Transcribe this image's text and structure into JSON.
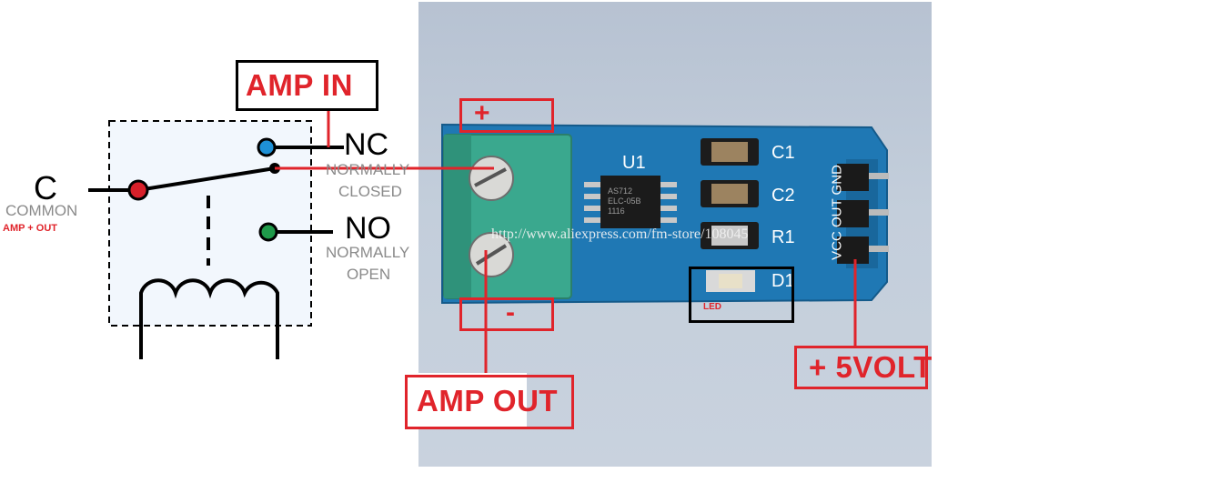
{
  "relay": {
    "c_label": "C",
    "common_label": "COMMON",
    "amp_out_small": "AMP + OUT",
    "nc_label": "NC",
    "normally_closed_1": "NORMALLY",
    "normally_closed_2": "CLOSED",
    "no_label": "NO",
    "normally_open_1": "NORMALLY",
    "normally_open_2": "OPEN"
  },
  "annotations": {
    "amp_in": "AMP IN",
    "plus": "+",
    "minus": "-",
    "amp_out": "AMP OUT",
    "led": "LED",
    "five_volt": "+ 5VOLT"
  },
  "board": {
    "chip_label": "U1",
    "chip_text_1": "AS712",
    "chip_text_2": "ELC-05B",
    "chip_text_3": "1116",
    "c1": "C1",
    "c2": "C2",
    "r1": "R1",
    "d1": "D1",
    "pins": "VCC OUT GND",
    "watermark": "http://www.aliexpress.com/fm-store/108045"
  },
  "colors": {
    "annotation_red": "#e0242b",
    "pcb_blue": "#1f78b4",
    "terminal_green": "#3aa88e",
    "nc_dot": "#1e90d6",
    "c_dot": "#d8202a",
    "no_dot": "#1f9a4a"
  }
}
